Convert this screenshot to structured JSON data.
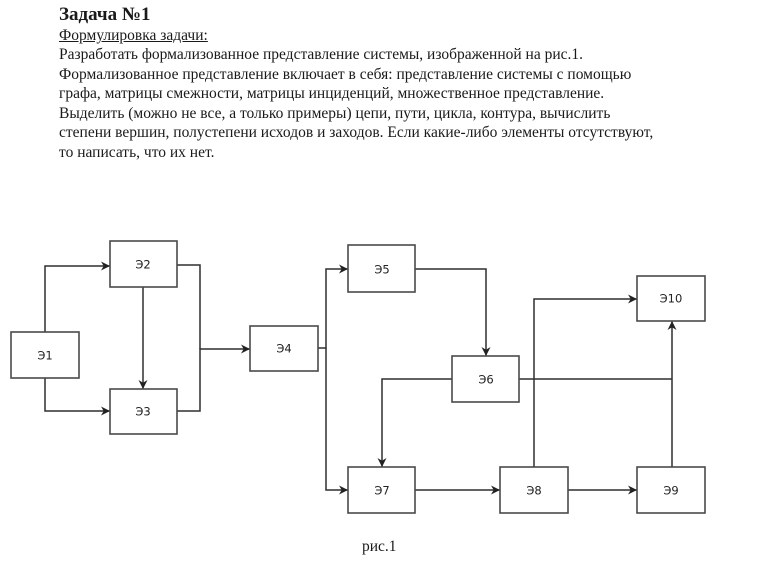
{
  "task": {
    "title": "Задача №1",
    "subtitle": "Формулировка задачи:",
    "lines": [
      "Разработать формализованное представление системы, изображенной на рис.1.",
      "Формализованное представление включает в себя: представление системы с помощью",
      "графа, матрицы смежности, матрицы инциденций, множественное представление.",
      "Выделить (можно не все, а только примеры) цепи, пути, цикла, контура, вычислить",
      "степени вершин, полустепени исходов и заходов. Если какие-либо элементы отсутствуют,",
      "то написать, что их нет."
    ]
  },
  "diagram": {
    "nodes": [
      "Э1",
      "Э2",
      "Э3",
      "Э4",
      "Э5",
      "Э6",
      "Э7",
      "Э8",
      "Э9",
      "Э10"
    ],
    "edges": [
      [
        "Э1",
        "Э2"
      ],
      [
        "Э1",
        "Э3"
      ],
      [
        "Э2",
        "Э3"
      ],
      [
        "Э2",
        "Э4"
      ],
      [
        "Э3",
        "Э4"
      ],
      [
        "Э4",
        "Э5"
      ],
      [
        "Э4",
        "Э7"
      ],
      [
        "Э5",
        "Э6"
      ],
      [
        "Э6",
        "Э7"
      ],
      [
        "Э6",
        "Э10"
      ],
      [
        "Э7",
        "Э8"
      ],
      [
        "Э8",
        "Э9"
      ],
      [
        "Э8",
        "Э10"
      ],
      [
        "Э9",
        "Э10"
      ]
    ],
    "caption": "рис.1"
  }
}
